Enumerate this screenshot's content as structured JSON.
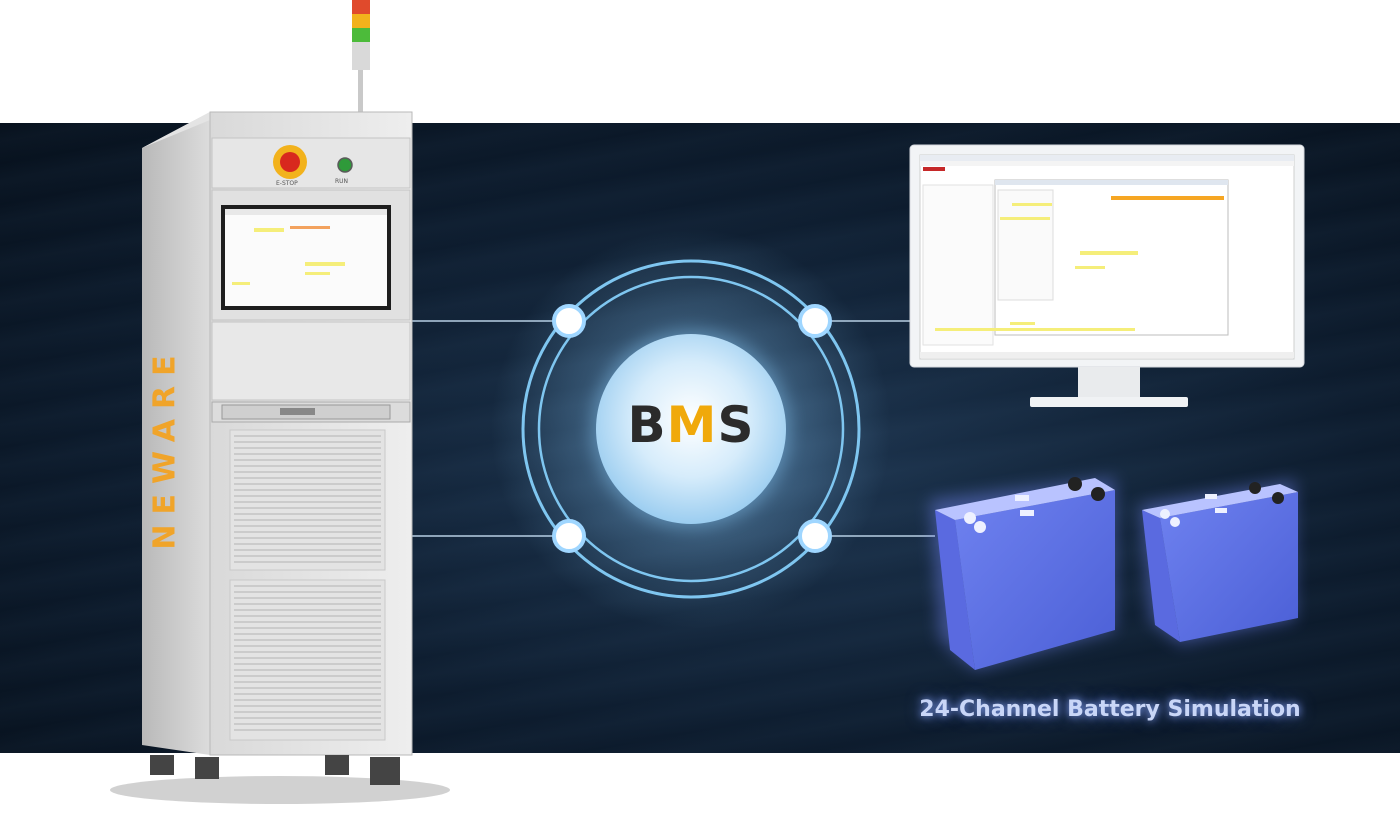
{
  "bms": {
    "prefix": "B",
    "accent": "M",
    "suffix": "S",
    "accent_color": "#f0a90b"
  },
  "caption": "24-Channel Battery Simulation",
  "cabinet": {
    "brand": "NEWARE",
    "button_label": "E-STOP",
    "indicator_label": "RUN"
  },
  "colors": {
    "background": "#0d1c2e",
    "battery": "#5b6fe0",
    "cabinet_accent": "#f0a42a"
  },
  "icons": [
    "signal-tower-icon",
    "estop-button-icon",
    "run-indicator-icon",
    "monitor-icon",
    "battery-cell-icon"
  ]
}
